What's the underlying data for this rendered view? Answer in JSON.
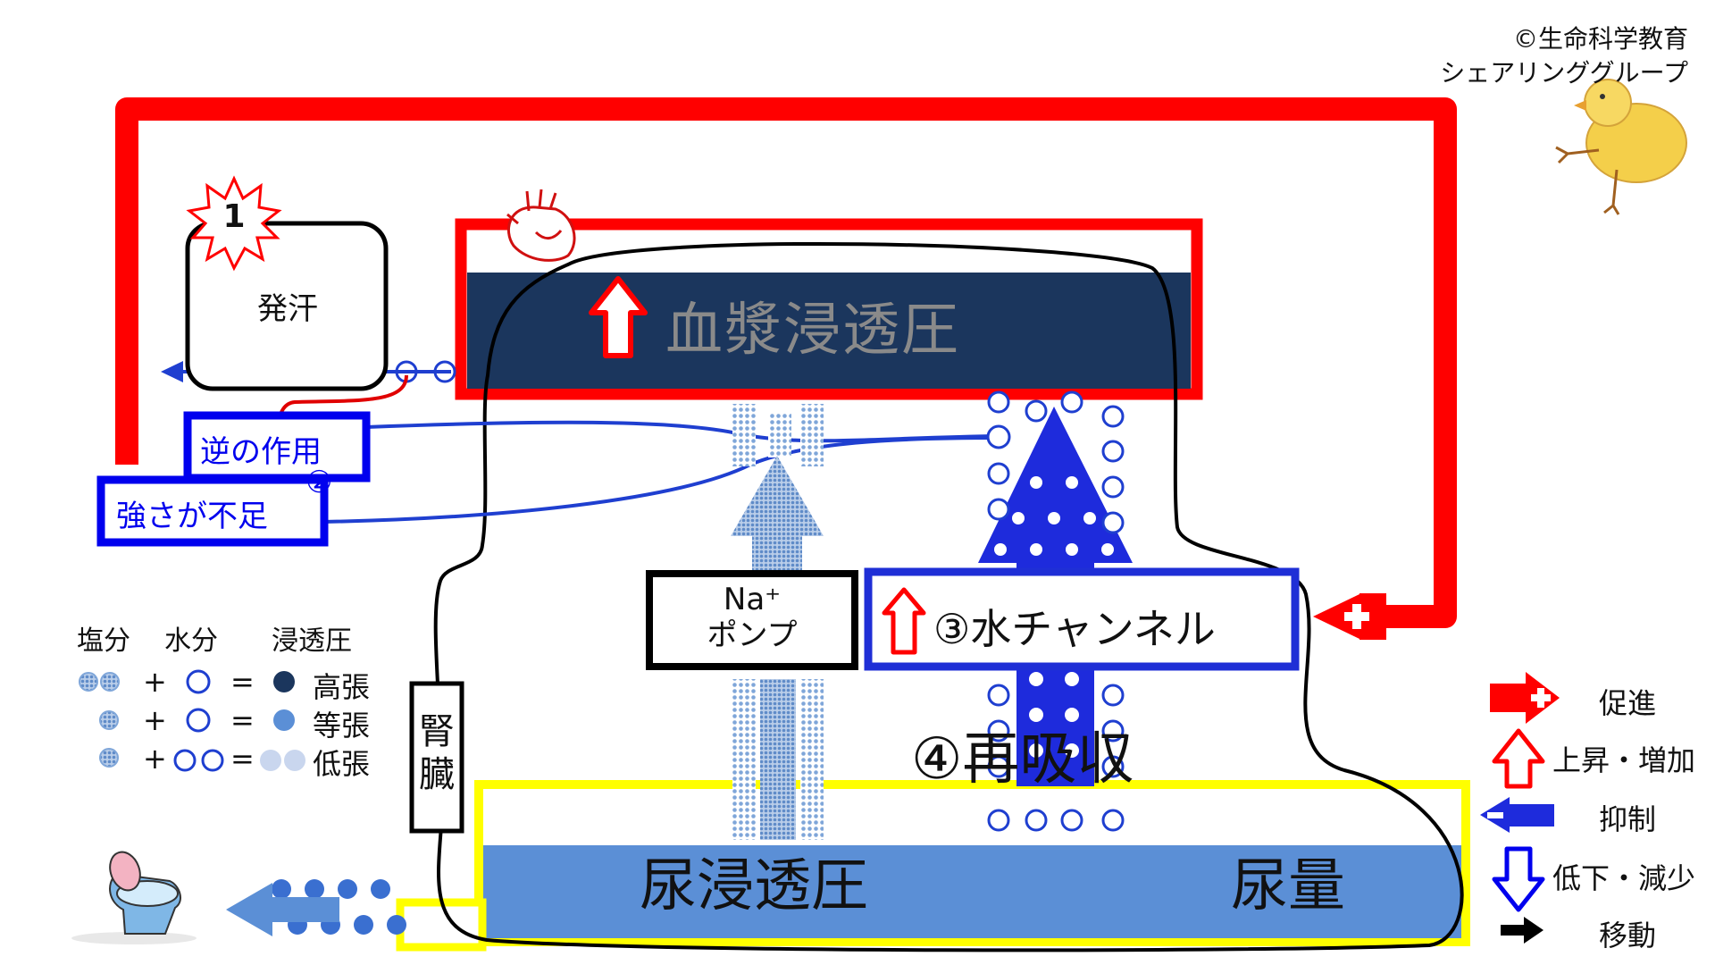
{
  "copyright": {
    "line1": "©生命科学教育",
    "line2": "シェアリンググループ"
  },
  "labels": {
    "step1_number": "1",
    "sweating": "発汗",
    "plasma_osmotic_pressure": "血漿浸透圧",
    "opposite_effect": "逆の作用",
    "insufficient_strength": "強さが不足",
    "step2_number": "②",
    "na_pump_line1": "Na⁺",
    "na_pump_line2": "ポンプ",
    "water_channel": "③水チャンネル",
    "reabsorption": "④再吸収",
    "kidney": "腎臓",
    "urine_osmotic_pressure": "尿浸透圧",
    "urine_volume": "尿量"
  },
  "osmotic_legend": {
    "headers": {
      "salt": "塩分",
      "water": "水分",
      "osmotic": "浸透圧"
    },
    "plus": "+",
    "equals": "=",
    "rows": [
      {
        "result": "高張"
      },
      {
        "result": "等張"
      },
      {
        "result": "低張"
      }
    ]
  },
  "arrow_legend": [
    {
      "label": "促進"
    },
    {
      "label": "上昇・増加"
    },
    {
      "label": "抑制"
    },
    {
      "label": "低下・減少"
    },
    {
      "label": "移動"
    }
  ],
  "colors": {
    "promote_red": "#ff0000",
    "inhibit_blue": "#0000ff",
    "plasma_navy": "#1b365d",
    "urine_blue": "#5b8fd6",
    "yellow_frame": "#ffff00",
    "plasma_text": "#8a8a8a",
    "salt_dots": "#7fa6d9",
    "light_dots": "#c9d6ee"
  },
  "icons": [
    "heart-icon",
    "toilet-icon",
    "chick-illustration",
    "starburst-icon"
  ]
}
